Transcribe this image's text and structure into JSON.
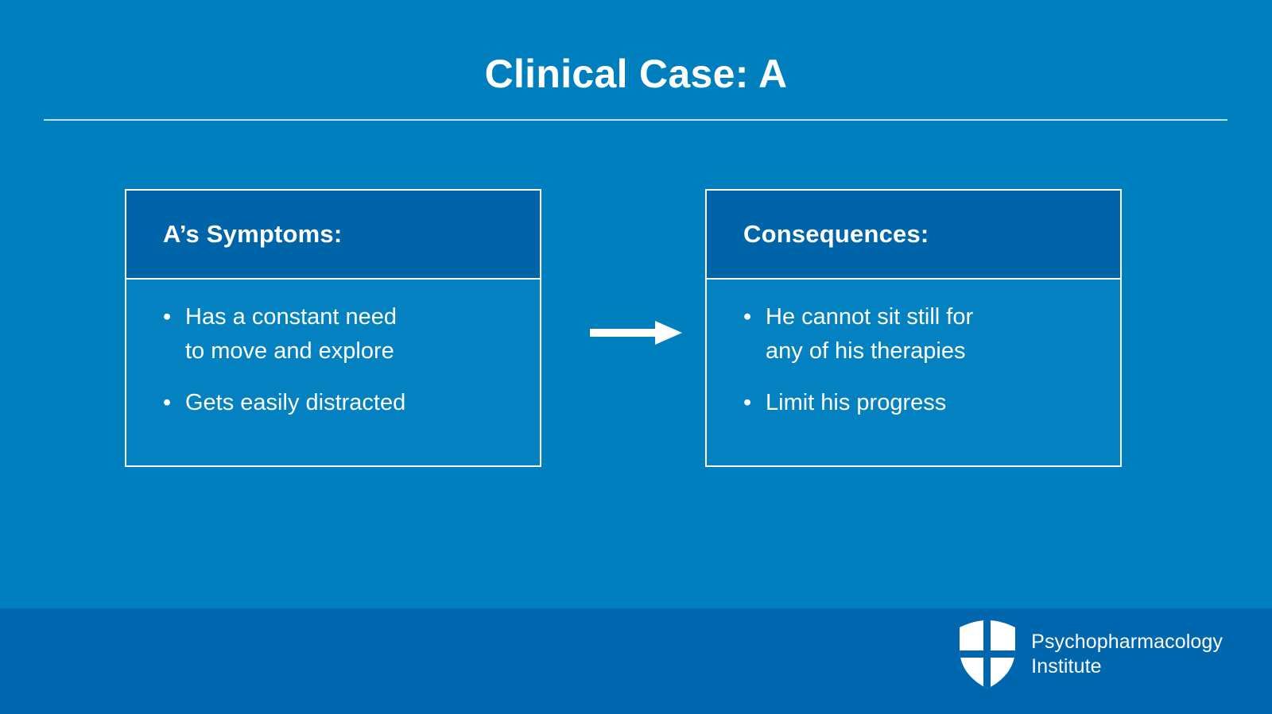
{
  "slide": {
    "title": "Clinical Case: A",
    "background_color": "#007FBF",
    "footer_color": "#0066AD",
    "panel_header_color": "#0065A8",
    "panel_body_color": "#0481C0",
    "text_color": "#ffffff",
    "rule_color": "#bfe2f2"
  },
  "panels": [
    {
      "header": "A’s Symptoms:",
      "bullets": [
        {
          "lines": [
            "Has a constant need",
            "to move and explore"
          ]
        },
        {
          "lines": [
            "Gets easily distracted"
          ]
        }
      ]
    },
    {
      "header": "Consequences:",
      "bullets": [
        {
          "lines": [
            "He cannot sit still for",
            "any of his therapies"
          ]
        },
        {
          "lines": [
            "Limit his progress"
          ]
        }
      ]
    }
  ],
  "arrow": {
    "icon": "arrow-right-icon",
    "direction": "right"
  },
  "bullet_glyph": "•",
  "footer": {
    "logo": {
      "icon": "shield-cross-logo-icon",
      "line1": "Psychopharmacology",
      "line2": "Institute"
    }
  }
}
